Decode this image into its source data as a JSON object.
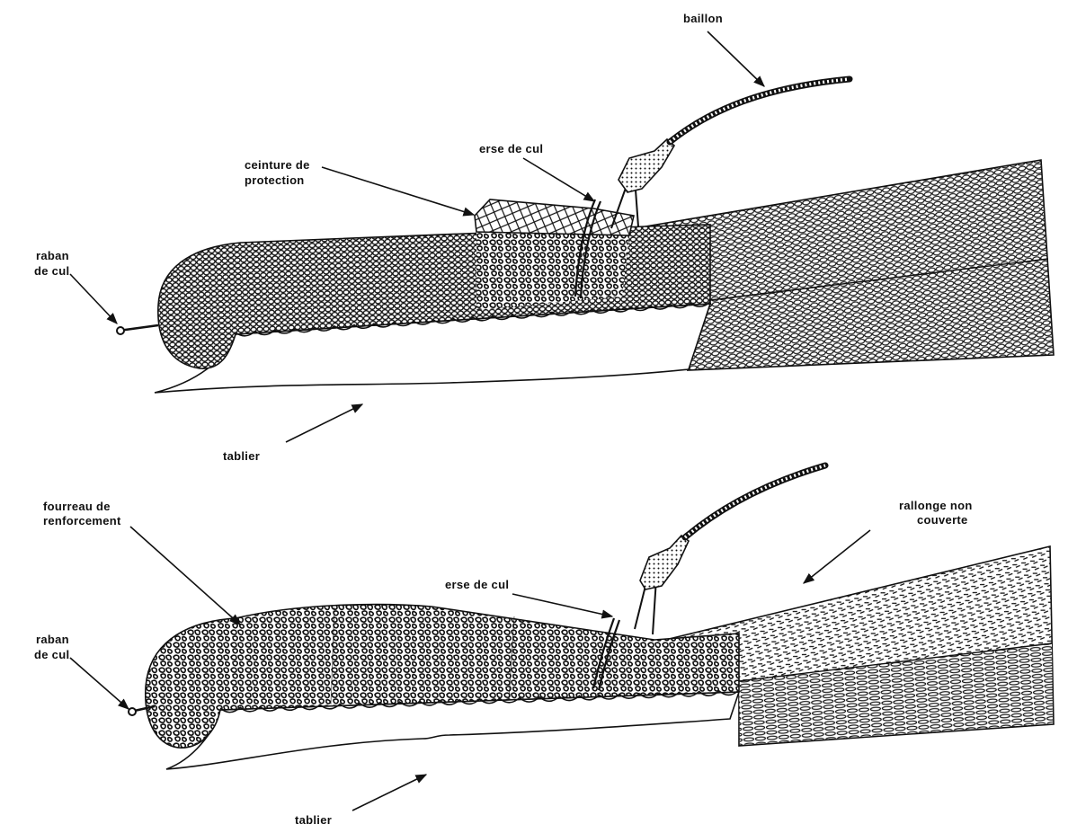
{
  "top": {
    "baillon": "baillon",
    "ceinture": [
      "ceinture de",
      "protection"
    ],
    "erse": "erse de cul",
    "raban": [
      "raban",
      "de cul"
    ],
    "tablier": "tablier"
  },
  "bottom": {
    "fourreau": [
      "fourreau de",
      "renforcement"
    ],
    "erse": "erse de cul",
    "rallonge": [
      "rallonge non",
      "couverte"
    ],
    "raban": [
      "raban",
      "de cul"
    ],
    "tablier": "tablier"
  },
  "colors": {
    "ink": "#111111",
    "paper": "#ffffff"
  }
}
